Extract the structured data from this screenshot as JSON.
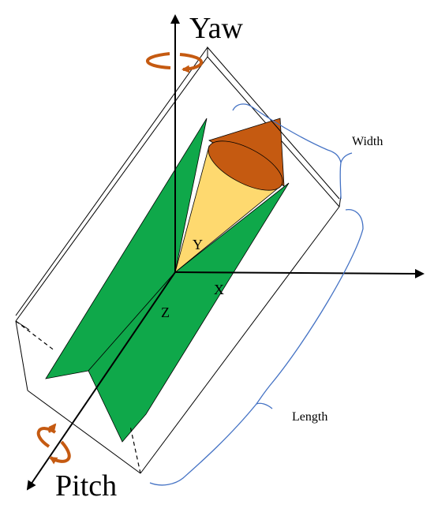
{
  "labels": {
    "yaw": "Yaw",
    "pitch": "Pitch",
    "width": "Width",
    "length": "Length",
    "x_axis": "X",
    "y_axis": "Y",
    "z_axis": "Z"
  },
  "colors": {
    "background": "#ffffff",
    "outline": "#000000",
    "green_panel": "#0fa84a",
    "cone_body": "#fed96f",
    "cone_cap": "#c55a11",
    "rotation_arrow": "#c55a11",
    "brace": "#4472c4"
  }
}
